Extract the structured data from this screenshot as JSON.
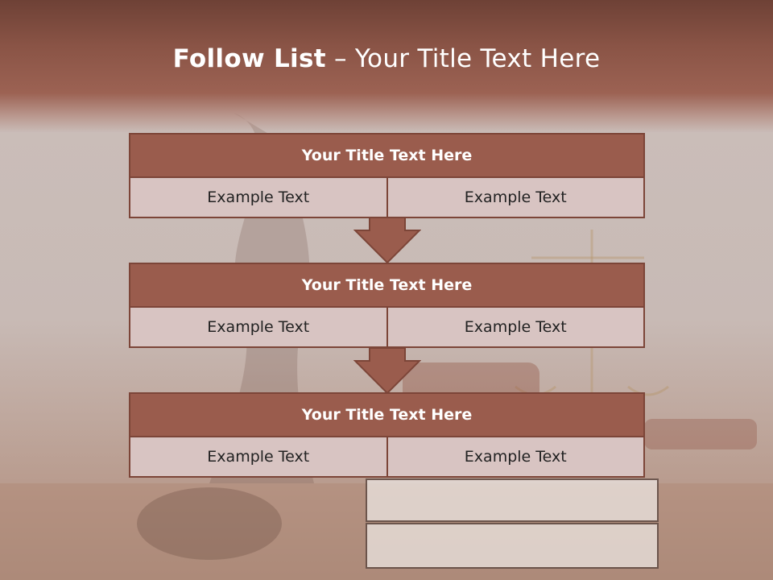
{
  "slide": {
    "title_bold": "Follow List",
    "title_rest": " – Your Title Text Here"
  },
  "blocks": [
    {
      "title": "Your Title Text Here",
      "left": "Example Text",
      "right": "Example Text"
    },
    {
      "title": "Your Title Text Here",
      "left": "Example Text",
      "right": "Example Text"
    },
    {
      "title": "Your Title Text Here",
      "left": "Example Text",
      "right": "Example Text"
    }
  ],
  "colors": {
    "header_fill": "#9a5c4d",
    "border": "#7c4538",
    "cell_fill": "#d8c4c2",
    "banner": "#8a5446"
  }
}
